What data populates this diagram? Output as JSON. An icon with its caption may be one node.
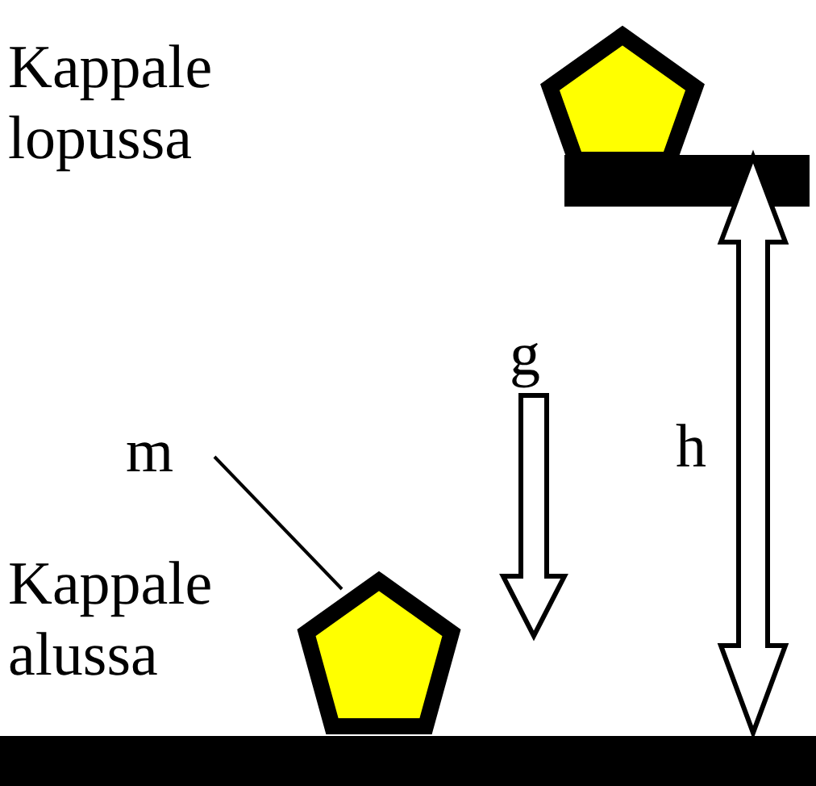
{
  "diagram": {
    "nodes": [
      {
        "text": [
          "m"
        ]
      },
      {
        "text": [],
        "shape": "pentagon"
      }
    ],
    "edges": [
      {
        "from": 0,
        "to": 1,
        "arrow": "none"
      }
    ],
    "labels": [
      "Kappale lopussa",
      "g",
      "h",
      "Kappale alussa"
    ]
  }
}
